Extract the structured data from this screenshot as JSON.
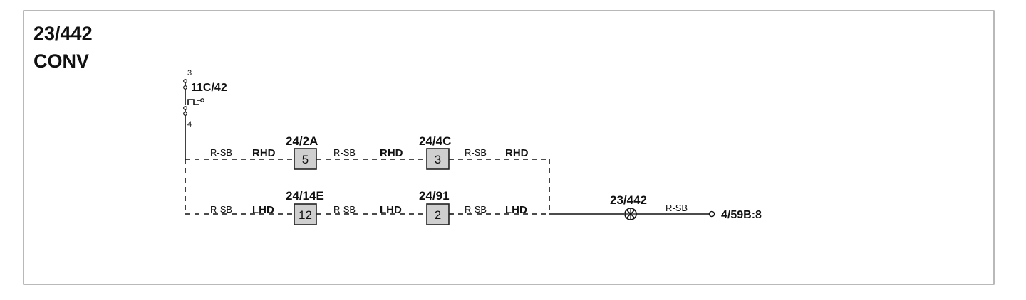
{
  "title": {
    "line1": "23/442",
    "line2": "CONV"
  },
  "switch": {
    "id": "11C/42",
    "pin_top": "3",
    "pin_bottom": "4"
  },
  "rhd_row": {
    "segments": [
      {
        "code": "R-SB",
        "variant": "RHD"
      },
      {
        "code": "R-SB",
        "variant": "RHD"
      },
      {
        "code": "R-SB",
        "variant": "RHD"
      }
    ],
    "connectors": [
      {
        "id": "24/2A",
        "pin": "5"
      },
      {
        "id": "24/4C",
        "pin": "3"
      }
    ]
  },
  "lhd_row": {
    "segments": [
      {
        "code": "R-SB",
        "variant": "LHD"
      },
      {
        "code": "R-SB",
        "variant": "LHD"
      },
      {
        "code": "R-SB",
        "variant": "LHD"
      }
    ],
    "connectors": [
      {
        "id": "24/14E",
        "pin": "12"
      },
      {
        "id": "24/91",
        "pin": "2"
      }
    ]
  },
  "lamp": {
    "id": "23/442",
    "wire_code": "R-SB",
    "destination": "4/59B:8"
  }
}
